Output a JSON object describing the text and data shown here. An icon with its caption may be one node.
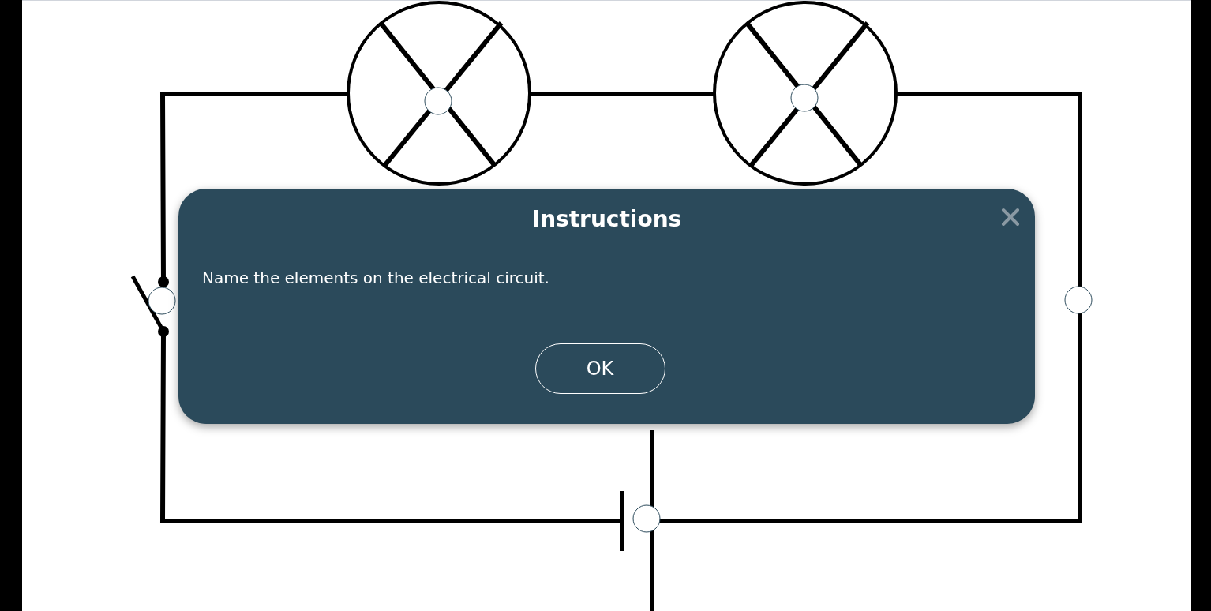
{
  "diagram": {
    "nodes": [
      {
        "text": [],
        "shape": "bar"
      },
      {
        "text": [],
        "shape": "lamp"
      },
      {
        "text": [],
        "shape": "lamp"
      },
      {
        "text": [
          "Instructions",
          "Name the elements on the electrical circuit."
        ]
      },
      {
        "text": [
          "OK"
        ],
        "in": 3
      },
      {
        "text": [],
        "shape": "switch"
      },
      {
        "text": [],
        "shape": "battery"
      },
      {
        "text": [],
        "shape": "bar"
      }
    ],
    "edges": [
      {
        "from": 1,
        "to": 2,
        "arrow": "none"
      },
      {
        "from": 2,
        "to": 6,
        "arrow": "none"
      },
      {
        "from": 6,
        "to": 5,
        "arrow": "none"
      },
      {
        "from": 5,
        "to": 1,
        "arrow": "none"
      }
    ]
  }
}
